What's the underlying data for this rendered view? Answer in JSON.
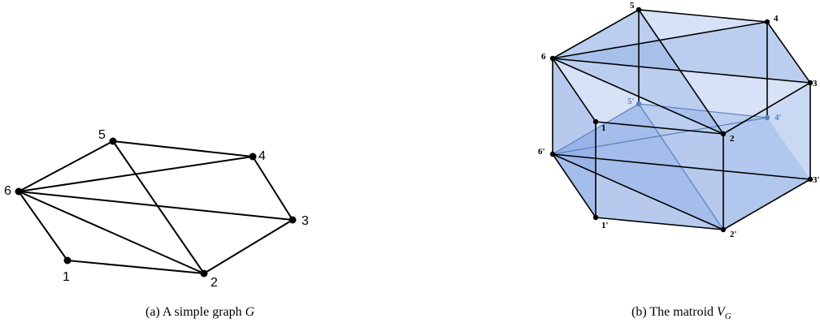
{
  "left_figure": {
    "labels": [
      "1",
      "2",
      "3",
      "4",
      "5",
      "6"
    ],
    "caption_prefix": "(a) A simple graph ",
    "caption_symbol": "G"
  },
  "right_figure": {
    "labels": [
      "1",
      "2",
      "3",
      "4",
      "5",
      "6",
      "1'",
      "2'",
      "3'",
      "4'",
      "5'",
      "6'"
    ],
    "caption_prefix": "(b) The matroid ",
    "caption_symbol": "V",
    "caption_subscript": "G",
    "face_color": "#7b9fe0",
    "edge_color": "#000000",
    "hidden_color": "#5a7fc0"
  }
}
